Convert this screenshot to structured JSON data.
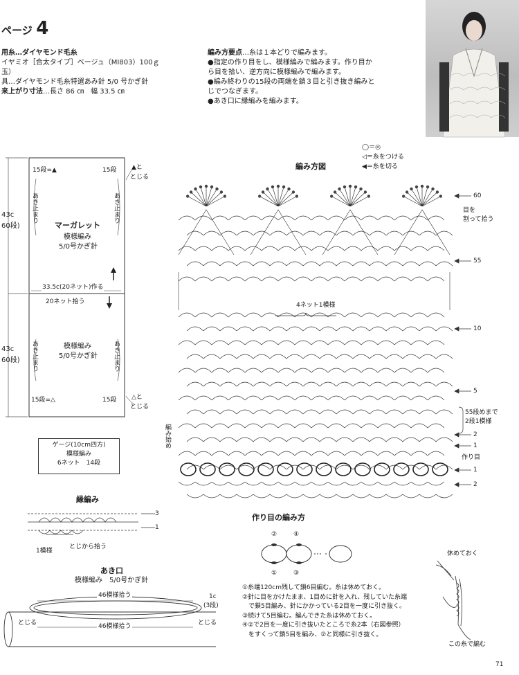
{
  "page": {
    "header_prefix": "ページ",
    "header_number": "4",
    "footer_page": "71"
  },
  "materials": {
    "line1": "用糸…ダイヤモンド毛糸",
    "line2": "イヤミオ［合太タイプ］ベージュ（MI803）100ｇ",
    "line3": "玉）",
    "line4": "具…ダイヤモンド毛糸特選あみ針 5/0 号かぎ針",
    "line5_label": "来上がり寸法",
    "line5": "…長さ 86 ㎝　幅 33.5 ㎝"
  },
  "points": {
    "title": "編み方要点",
    "intro": "…糸は１本どりで編みます。",
    "bullets": [
      "●指定の作り目をし、模様編みで編みます。作り目か",
      "ら目を拾い、逆方向に模様編みで編みます。",
      "●編み終わりの15段の両端を鎖３目と引き抜き編みと",
      "じでつなぎます。",
      "●あき口に縁編みを編みます。"
    ]
  },
  "schematic": {
    "left_dim_top": "43c",
    "left_dim_top_sub": "60段)",
    "left_dim_bottom": "43c",
    "left_dim_bottom_sub": "60段)",
    "top_left": "15段=▲",
    "top_right": "15段",
    "top_mark": "▲と",
    "top_mark2": "とじる",
    "side_left_top": "あき止まり",
    "side_right_top": "あき止まり",
    "title": "マーガレット",
    "pattern_top": "模様編み",
    "needle_top": "5/0号かぎ針",
    "width_label": "33.5c(20ネット)作る",
    "pick_label": "20ネット拾う",
    "pattern_bottom": "模様編み",
    "needle_bottom": "5/0号かぎ針",
    "side_left_bottom": "あき止まり",
    "side_right_bottom": "あき止まり",
    "bottom_left": "15段=△",
    "bottom_right": "15段",
    "bottom_mark": "△と",
    "bottom_mark2": "とじる"
  },
  "gauge": {
    "title": "ゲージ(10cm四方)",
    "line2": "模様編み",
    "line3": "6ネット　14段"
  },
  "chart": {
    "title": "編み方図",
    "legend": [
      "＝",
      "◁＝糸をつける",
      "◀＝糸を切る"
    ],
    "repeat": "4ネット1模様",
    "row_60": "60",
    "row_55": "55",
    "row_10": "10",
    "row_5": "5",
    "row_2": "2",
    "row_1": "1",
    "row_c1": "1",
    "row_c2": "2",
    "split_note": "目を",
    "split_note2": "割って拾う",
    "repeat_note": "55段めまで",
    "repeat_note2": "2段1模様",
    "foundation": "作り目",
    "start": "編み始め"
  },
  "edging": {
    "title": "縁編み",
    "row3": "3",
    "row1": "1",
    "unit": "1模様",
    "pick": "とじから拾う"
  },
  "opening": {
    "title": "あき口",
    "sub": "模様編み　5/0号かぎ針",
    "top_count": "46模様拾う",
    "bottom_count": "46模様拾う",
    "height": "1c",
    "rows": "(3段)",
    "seam_left": "とじる",
    "seam_right": "とじる"
  },
  "foundation_method": {
    "title": "作り目の編み方",
    "steps": [
      "①糸端120cm残して鎖6目編む。糸は休めておく。",
      "②針に目をかけたまま、1目めに針を入れ、残していた糸端",
      "　で鎖5目編み、針にかかっている2目を一度に引き抜く。",
      "③続けて5目編む。編んできた糸は休めておく。",
      "④②で2目を一度に引き抜いたところで糸2本（右図参照）",
      "　をすくって鎖5目を編み、②と同様に引き抜く。"
    ],
    "rest": "休めておく",
    "with_this": "この糸で編む",
    "n1": "①",
    "n2": "②",
    "n3": "③",
    "n4": "④"
  }
}
